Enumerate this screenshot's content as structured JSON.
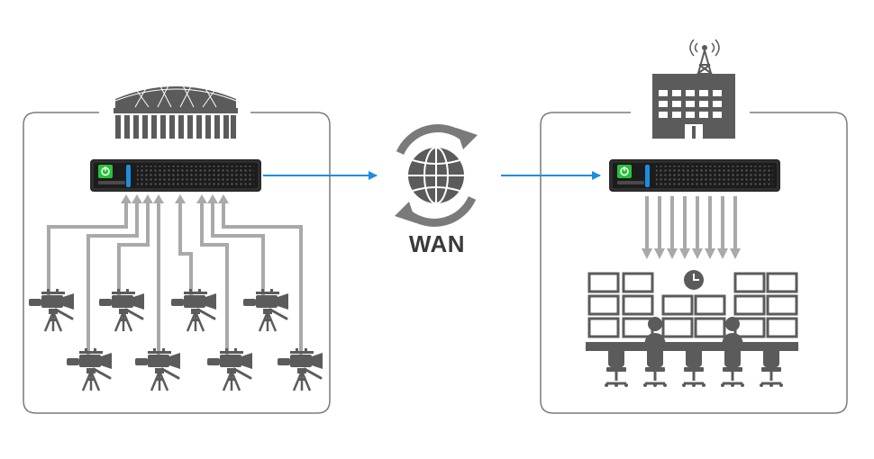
{
  "wan": {
    "label": "WAN"
  },
  "colors": {
    "stroke": "#7a7a7a",
    "icon": "#5b5b5b",
    "arrow_gray": "#a9a9a9",
    "arrow_blue": "#1a8fe0",
    "server_body": "#2a2a2a",
    "power_led": "#27c23a",
    "accent_bar": "#1a8fe0"
  },
  "icons": {
    "venue": "stadium-icon",
    "destination": "broadcast-building-icon",
    "network": "globe-sync-icon",
    "sources": "video-camera-icon",
    "viewers": "operator-icon"
  },
  "camera_counts": {
    "top_row": 4,
    "bottom_row": 4
  },
  "output_stream_count": 8
}
